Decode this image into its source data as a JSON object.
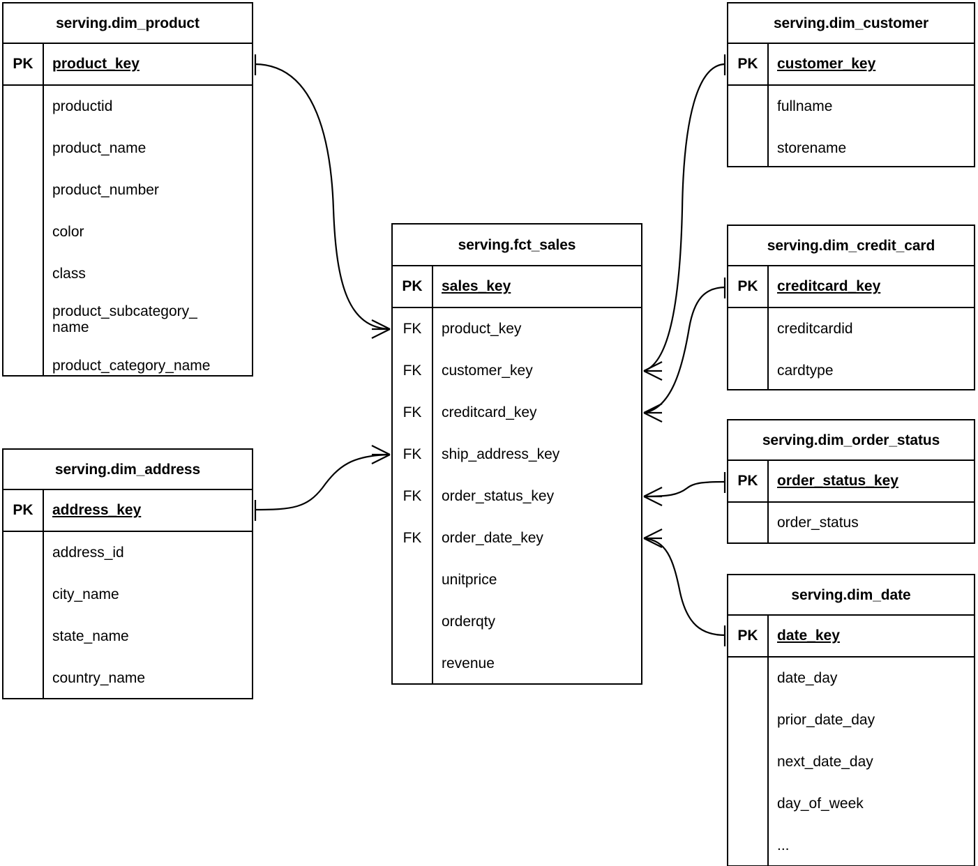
{
  "diagram": {
    "title": "serving schema star model",
    "type": "entity-relationship-diagram",
    "notation": "crows-foot",
    "line_color": "#000000",
    "background_color": "#ffffff",
    "key_labels": {
      "pk": "PK",
      "fk": "FK"
    }
  },
  "entities": {
    "dim_product": {
      "name": "serving.dim_product",
      "pk": {
        "key": "PK",
        "field": "product_key"
      },
      "attributes": [
        "productid",
        "product_name",
        "product_number",
        "color",
        "class",
        "product_subcategory_\nname",
        "product_category_name"
      ]
    },
    "dim_address": {
      "name": "serving.dim_address",
      "pk": {
        "key": "PK",
        "field": "address_key"
      },
      "attributes": [
        "address_id",
        "city_name",
        "state_name",
        "country_name"
      ]
    },
    "fct_sales": {
      "name": "serving.fct_sales",
      "pk": {
        "key": "PK",
        "field": "sales_key"
      },
      "rows": [
        {
          "key": "FK",
          "field": "product_key"
        },
        {
          "key": "FK",
          "field": "customer_key"
        },
        {
          "key": "FK",
          "field": "creditcard_key"
        },
        {
          "key": "FK",
          "field": "ship_address_key"
        },
        {
          "key": "FK",
          "field": "order_status_key"
        },
        {
          "key": "FK",
          "field": "order_date_key"
        },
        {
          "key": "",
          "field": "unitprice"
        },
        {
          "key": "",
          "field": "orderqty"
        },
        {
          "key": "",
          "field": "revenue"
        }
      ]
    },
    "dim_customer": {
      "name": "serving.dim_customer",
      "pk": {
        "key": "PK",
        "field": "customer_key"
      },
      "attributes": [
        "fullname",
        "storename"
      ]
    },
    "dim_credit_card": {
      "name": "serving.dim_credit_card",
      "pk": {
        "key": "PK",
        "field": "creditcard_key"
      },
      "attributes": [
        "creditcardid",
        "cardtype"
      ]
    },
    "dim_order_status": {
      "name": "serving.dim_order_status",
      "pk": {
        "key": "PK",
        "field": "order_status_key"
      },
      "attributes": [
        "order_status"
      ]
    },
    "dim_date": {
      "name": "serving.dim_date",
      "pk": {
        "key": "PK",
        "field": "date_key"
      },
      "attributes": [
        "date_day",
        "prior_date_day",
        "next_date_day",
        "day_of_week",
        "..."
      ]
    }
  },
  "relationships": [
    {
      "from": "serving.dim_product.product_key",
      "to": "serving.fct_sales.product_key",
      "from_cardinality": "one",
      "to_cardinality": "many"
    },
    {
      "from": "serving.dim_address.address_key",
      "to": "serving.fct_sales.ship_address_key",
      "from_cardinality": "one",
      "to_cardinality": "many"
    },
    {
      "from": "serving.dim_customer.customer_key",
      "to": "serving.fct_sales.customer_key",
      "from_cardinality": "one",
      "to_cardinality": "many"
    },
    {
      "from": "serving.dim_credit_card.creditcard_key",
      "to": "serving.fct_sales.creditcard_key",
      "from_cardinality": "one",
      "to_cardinality": "many"
    },
    {
      "from": "serving.dim_order_status.order_status_key",
      "to": "serving.fct_sales.order_status_key",
      "from_cardinality": "one",
      "to_cardinality": "many"
    },
    {
      "from": "serving.dim_date.date_key",
      "to": "serving.fct_sales.order_date_key",
      "from_cardinality": "one",
      "to_cardinality": "many"
    }
  ]
}
